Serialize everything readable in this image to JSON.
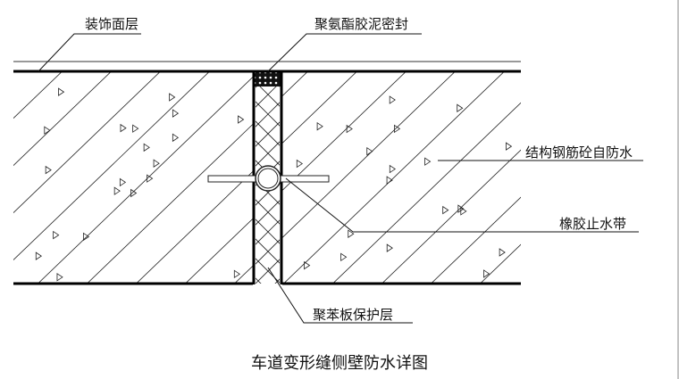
{
  "labels": {
    "finish_layer": "装饰面层",
    "pu_sealant": "聚氨酯胶泥密封",
    "structural_concrete": "结构钢筋砼自防水",
    "rubber_waterstop": "橡胶止水带",
    "eps_protection": "聚苯板保护层"
  },
  "title": "车道变形缝侧壁防水详图"
}
